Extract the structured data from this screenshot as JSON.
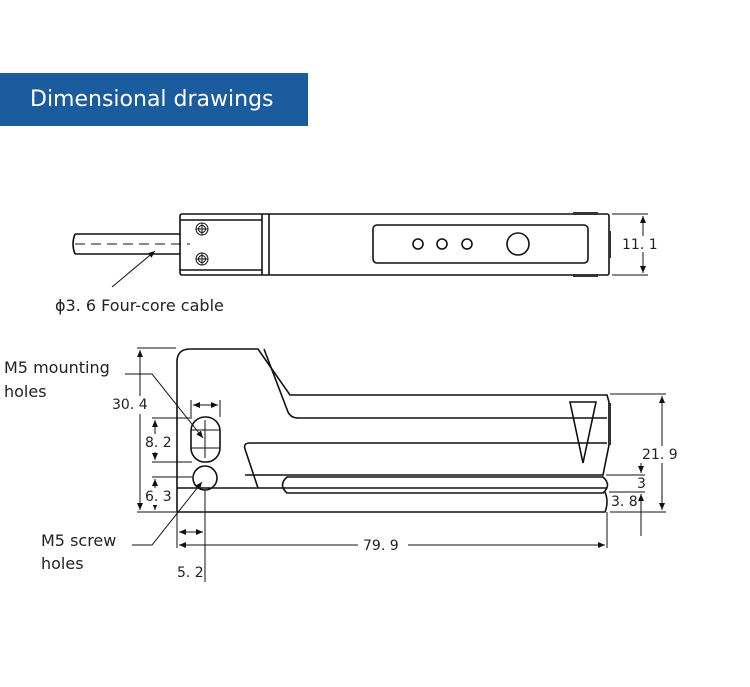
{
  "header": {
    "title": "Dimensional drawings",
    "color": "#1b5c9e"
  },
  "top_view": {
    "cable_label": "ϕ3. 6 Four-core cable",
    "height_dim": "11. 1"
  },
  "side_view": {
    "mounting_label_line1": "M5 mounting",
    "mounting_label_line2": "holes",
    "screw_label_line1": "M5 screw",
    "screw_label_line2": "holes",
    "dims": {
      "total_height": "30. 4",
      "slot_height": "8. 2",
      "screw_height": "6. 3",
      "screw_offset": "5. 2",
      "length": "79. 9",
      "right_height": "21. 9",
      "gap": "3",
      "base": "3. 8"
    }
  }
}
